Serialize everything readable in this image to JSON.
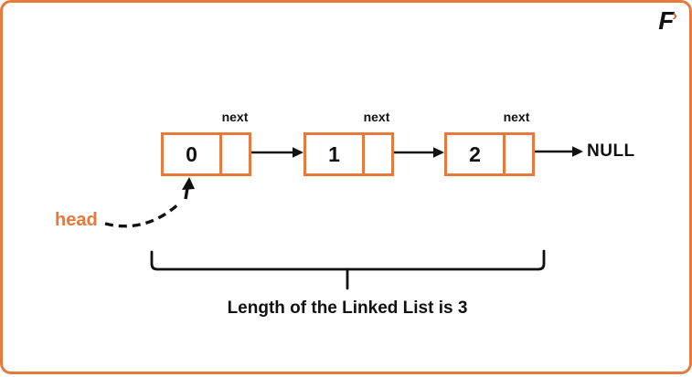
{
  "logo": {
    "letter": "F",
    "chevron": "›"
  },
  "diagram": {
    "head_label": "head",
    "null_label": "NULL",
    "nodes": [
      {
        "value": "0",
        "pointer_label": "next"
      },
      {
        "value": "1",
        "pointer_label": "next"
      },
      {
        "value": "2",
        "pointer_label": "next"
      }
    ],
    "caption": "Length of the Linked List is 3"
  },
  "colors": {
    "accent_orange": "#E8793C",
    "logo_chevron_orange": "#E4632A",
    "line_black": "#111111",
    "background": "#FFFFFF"
  }
}
